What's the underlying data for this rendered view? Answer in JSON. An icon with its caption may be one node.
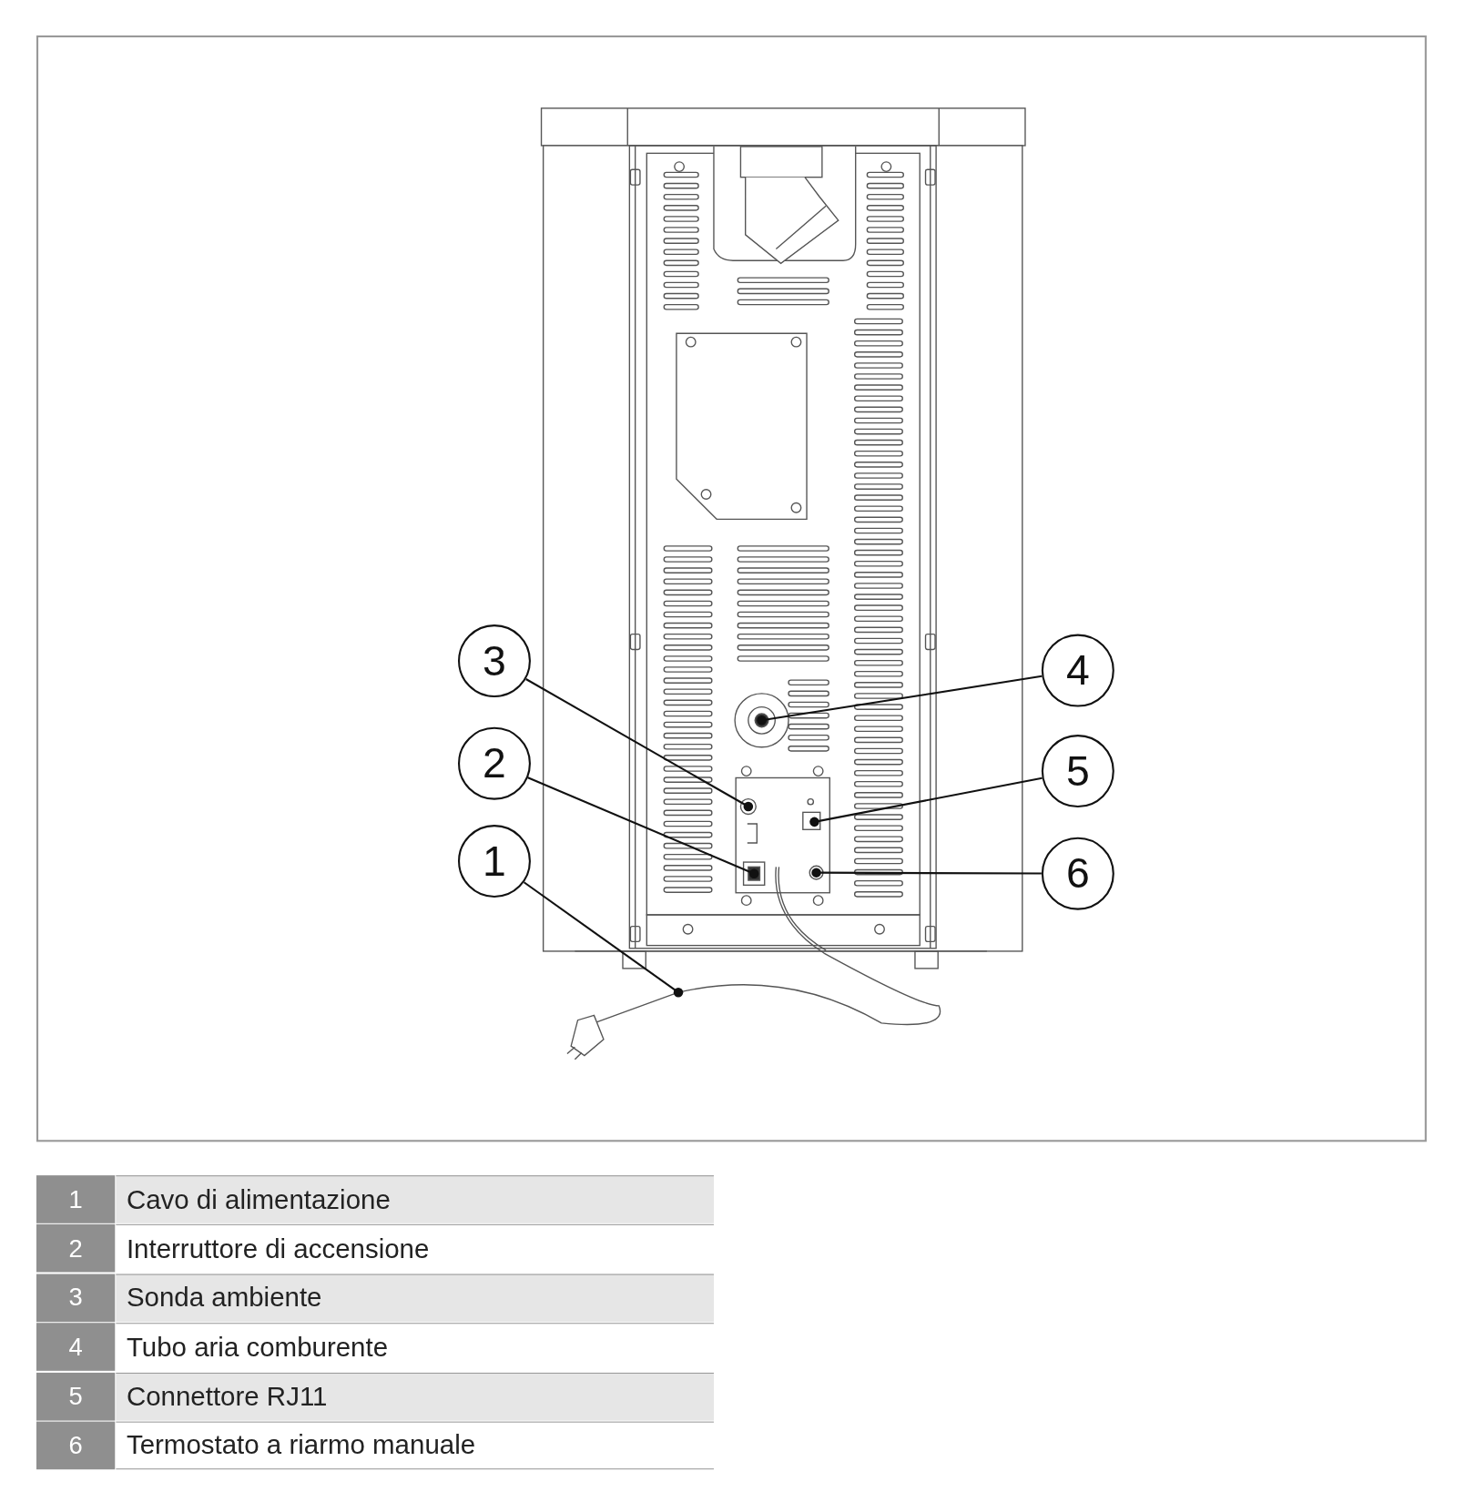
{
  "diagram": {
    "nodes": [
      {
        "text": [
          "3"
        ]
      },
      {
        "text": [
          "4"
        ]
      },
      {
        "text": [
          "2"
        ]
      },
      {
        "text": [
          "5"
        ]
      },
      {
        "text": [
          "1"
        ]
      },
      {
        "text": [
          "6"
        ]
      }
    ],
    "edges": [
      {
        "from": 0,
        "to": null,
        "arrow": "other"
      },
      {
        "from": 1,
        "to": null,
        "arrow": "other"
      },
      {
        "from": 2,
        "to": null,
        "arrow": "other"
      },
      {
        "from": 3,
        "to": null,
        "arrow": "other"
      },
      {
        "from": 4,
        "to": null,
        "arrow": "other"
      },
      {
        "from": 5,
        "to": null,
        "arrow": "other"
      }
    ],
    "labels": [
      "1",
      "Cavo di alimentazione",
      "2",
      "Interruttore di accensione",
      "3",
      "Sonda ambiente",
      "4",
      "Tubo aria comburente",
      "5",
      "Connettore RJ11",
      "6",
      "Termostato a riarmo manuale"
    ]
  }
}
